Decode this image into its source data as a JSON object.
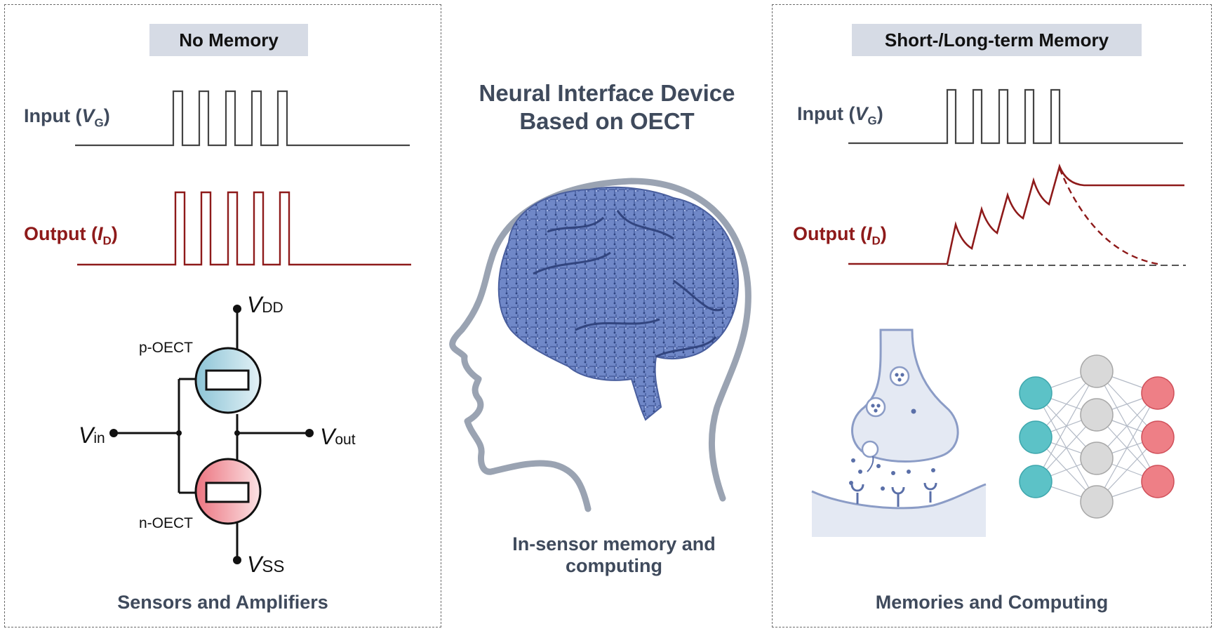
{
  "center": {
    "title_line1": "Neural Interface Device",
    "title_line2": "Based on OECT",
    "caption_line1": "In-sensor memory and",
    "caption_line2": "computing"
  },
  "left": {
    "badge": "No Memory",
    "input_label": "Input (",
    "input_var": "V",
    "input_sub": "G",
    "output_label": "Output (",
    "output_var": "I",
    "output_sub": "D",
    "close_paren": ")",
    "circuit": {
      "vdd_var": "V",
      "vdd_sub": "DD",
      "vss_var": "V",
      "vss_sub": "SS",
      "vin_var": "V",
      "vin_sub": "in",
      "vout_var": "V",
      "vout_sub": "out",
      "p_label": "p-OECT",
      "n_label": "n-OECT"
    },
    "caption": "Sensors and Amplifiers"
  },
  "right": {
    "badge": "Short-/Long-term Memory",
    "input_label": "Input (",
    "input_var": "V",
    "input_sub": "G",
    "output_label": "Output (",
    "output_var": "I",
    "output_sub": "D",
    "close_paren": ")",
    "caption": "Memories and Computing"
  },
  "colors": {
    "text": "#3f4a5c",
    "output_red": "#8e1a1a",
    "brain_blue": "#6f87c7",
    "head_gray": "#9aa3b2",
    "p_oect_blue": "#a9d3e0",
    "n_oect_red": "#ee8e96",
    "synapse_fill": "#e4e9f3",
    "input_node": "#5cc2c7",
    "hidden_node": "#d9d9d9",
    "output_node": "#ee7f86"
  },
  "icons": [
    "brain-icon",
    "head-outline-icon",
    "synapse-icon",
    "neural-network-icon"
  ]
}
